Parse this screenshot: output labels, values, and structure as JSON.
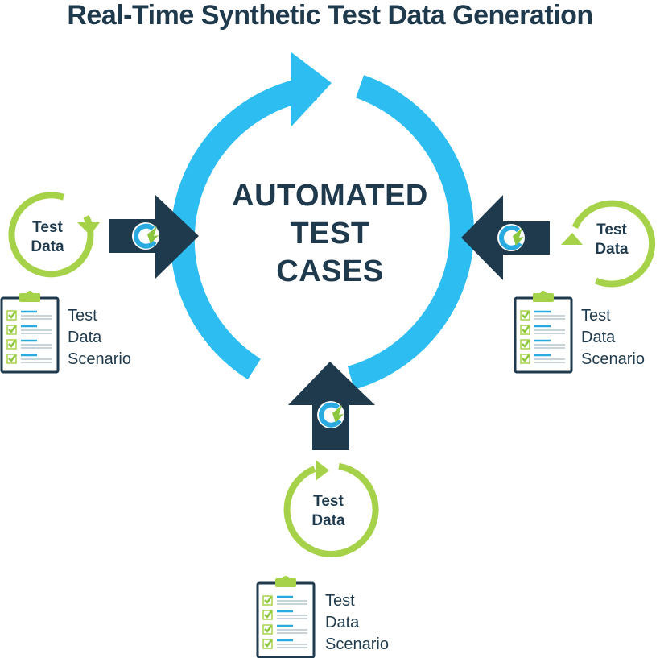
{
  "title": "Real-Time Synthetic Test Data Generation",
  "center": {
    "lines": [
      "AUTOMATED",
      "TEST",
      "CASES"
    ]
  },
  "test_data_nodes": {
    "left": {
      "lines": [
        "Test",
        "Data"
      ]
    },
    "right": {
      "lines": [
        "Test",
        "Data"
      ]
    },
    "bottom": {
      "lines": [
        "Test",
        "Data"
      ]
    }
  },
  "scenarios": {
    "left": {
      "lines": [
        "Test",
        "Data",
        "Scenario"
      ]
    },
    "right": {
      "lines": [
        "Test",
        "Data",
        "Scenario"
      ]
    },
    "bottom": {
      "lines": [
        "Test",
        "Data",
        "Scenario"
      ]
    }
  },
  "icons": {
    "arrow": "inbound-arrow-icon",
    "logo": "generator-logo-icon",
    "clipboard": "clipboard-checklist-icon",
    "cycle": "refresh-cycle-icon"
  },
  "colors": {
    "cycle_blue": "#2dbdf0",
    "arrow_navy": "#1f3a4d",
    "test_data_green": "#a6d24a",
    "check_green": "#8cc63f",
    "logo_blue": "#29abe2"
  }
}
